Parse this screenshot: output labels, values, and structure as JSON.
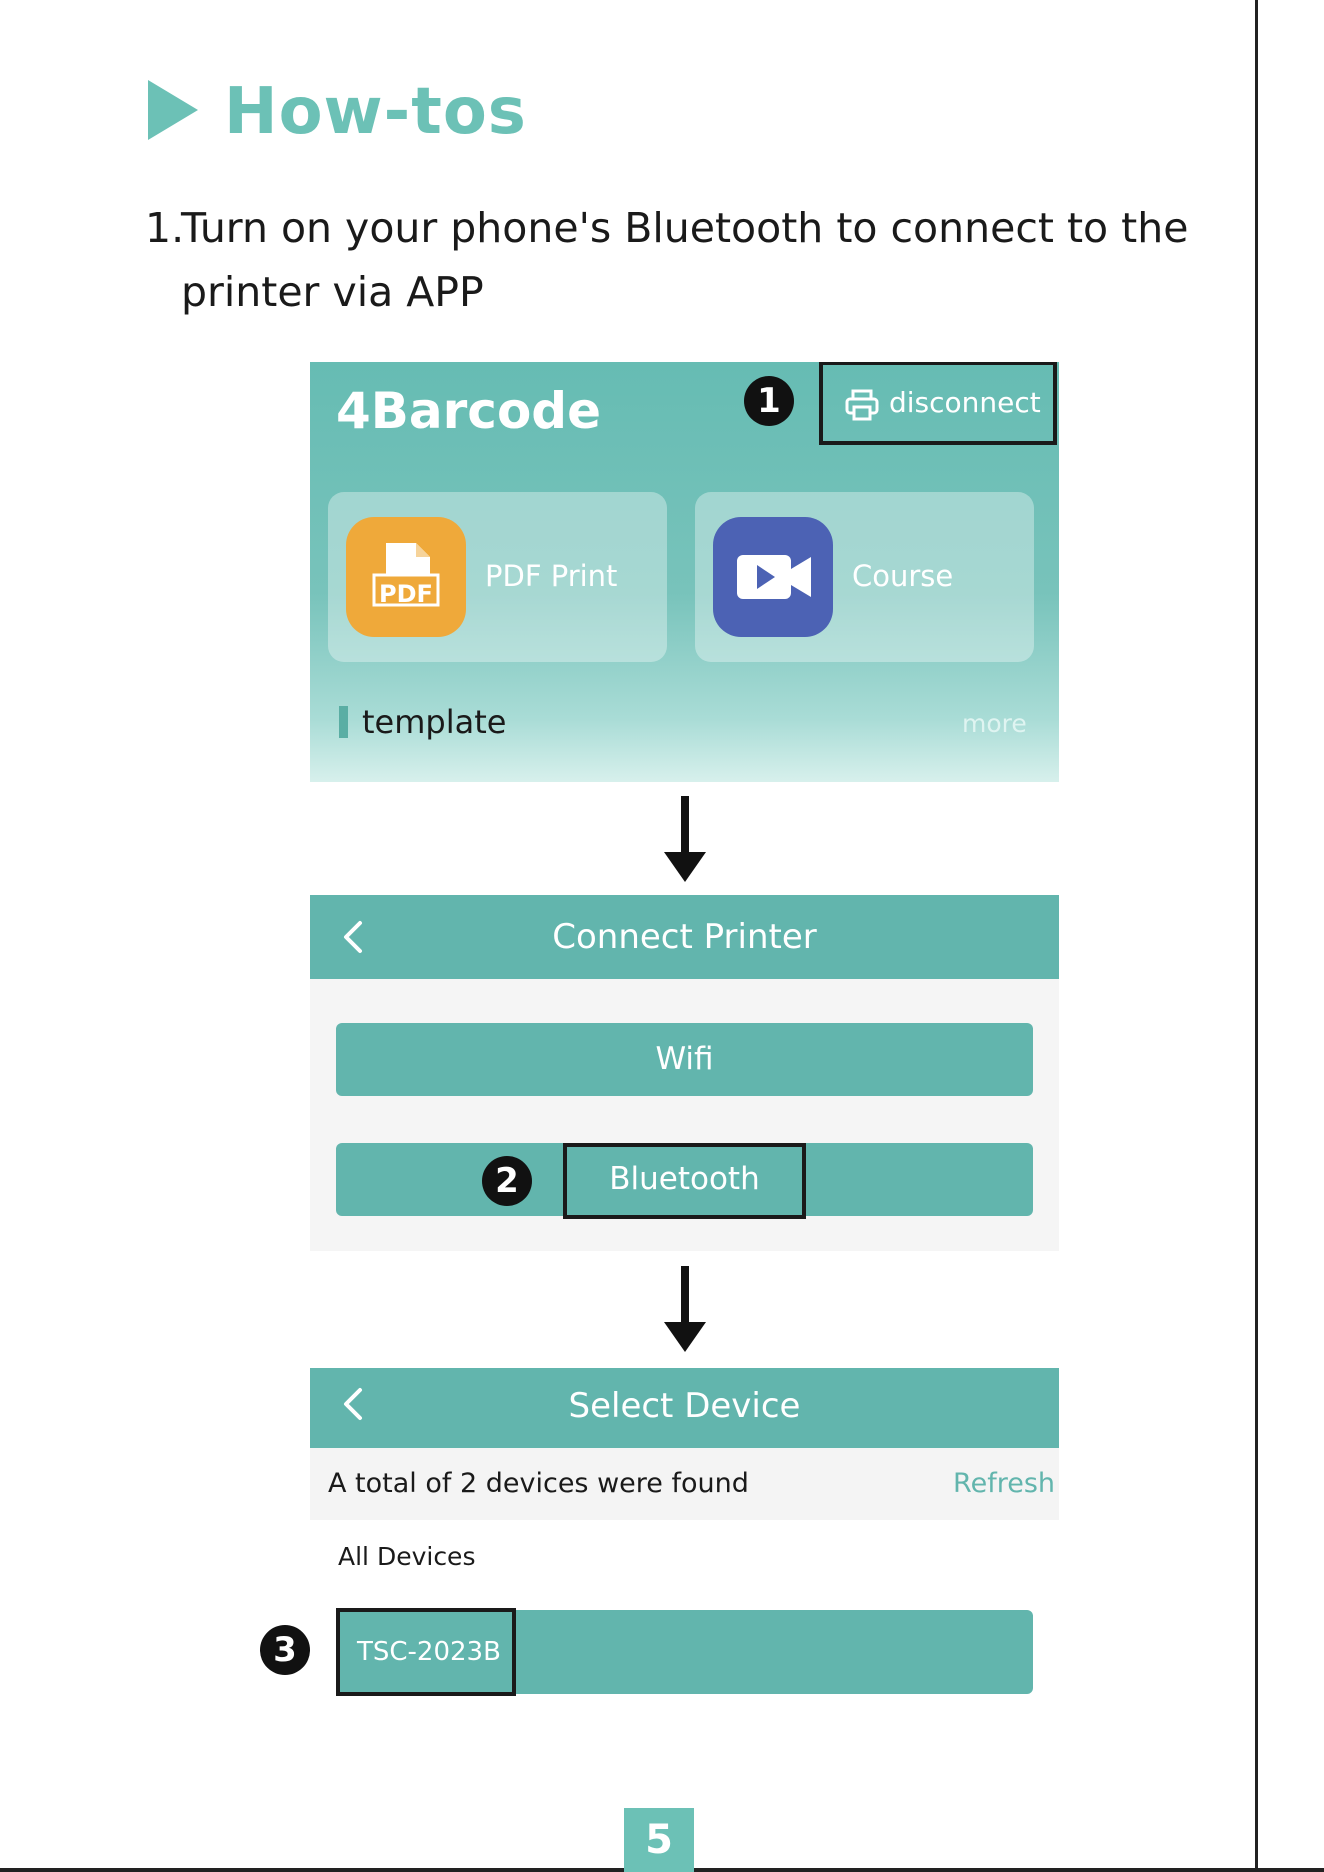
{
  "heading": "How-tos",
  "step1": {
    "number": "1.",
    "line1": "Turn on your phone's Bluetooth to connect to the",
    "line2": "printer via APP"
  },
  "home_screen": {
    "app_title": "4Barcode",
    "disconnect_label": "disconnect",
    "cards": [
      {
        "icon": "pdf-icon",
        "icon_text": "PDF",
        "label": "PDF Print",
        "color": "#efa93a"
      },
      {
        "icon": "video-camera-icon",
        "label": "Course",
        "color": "#4c62b4"
      }
    ],
    "section_label": "template",
    "more_label": "more"
  },
  "connect_screen": {
    "title": "Connect Printer",
    "wifi_label": "Wifi",
    "bluetooth_label": "Bluetooth"
  },
  "select_screen": {
    "title": "Select Device",
    "found_text": "A total of 2 devices were found",
    "refresh_label": "Refresh",
    "section_label": "All Devices",
    "device_name": "TSC-2023B"
  },
  "callouts": [
    "1",
    "2",
    "3"
  ],
  "page_number": "5",
  "colors": {
    "accent": "#6cc1b6",
    "bar": "#62b5ad"
  }
}
